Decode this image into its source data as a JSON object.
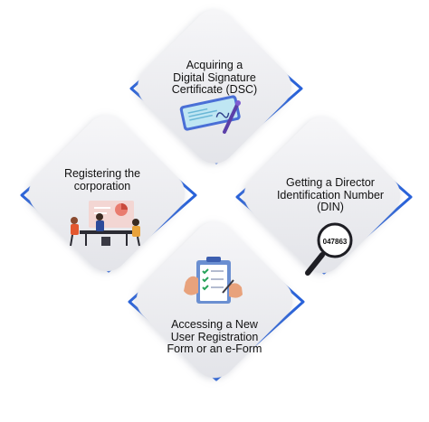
{
  "cards": {
    "top": {
      "lines": [
        "Acquiring a",
        "Digital Signature",
        "Certificate (DSC)"
      ],
      "icon": "digital-signature-tablet-icon"
    },
    "left": {
      "lines": [
        "Registering the",
        "corporation"
      ],
      "icon": "business-meeting-icon"
    },
    "right": {
      "lines": [
        "Getting a Director",
        "Identification Number",
        "(DIN)"
      ],
      "icon": "magnifying-glass-icon",
      "magnifier_text": "047863"
    },
    "bottom": {
      "lines": [
        "Accessing a New",
        "User Registration",
        "Form or an e-Form"
      ],
      "icon": "clipboard-checklist-icon"
    }
  },
  "colors": {
    "card_fill": "#e9eaee",
    "card_fill_light": "#f6f6f8",
    "edge_accent": "#2962d9",
    "text": "#111111"
  }
}
